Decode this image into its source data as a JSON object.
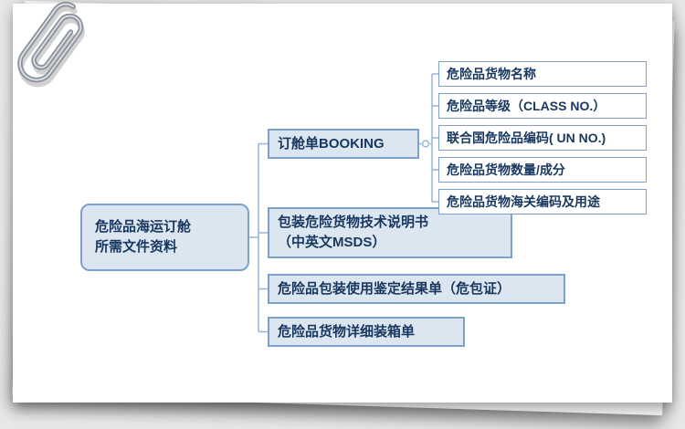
{
  "colors": {
    "page_bg": "#e7e7e7",
    "paper": "#ffffff",
    "node_fill": "#dce6f1",
    "node_border": "#7ea0cc",
    "text": "#17375e",
    "connector": "#95b3d7"
  },
  "root": {
    "line1": "危险品海运订舱",
    "line2": "所需文件资料"
  },
  "branches": [
    {
      "label": "订舱单BOOKING"
    },
    {
      "line1": "包装危险货物技术说明书",
      "line2": "（中英文MSDS）"
    },
    {
      "label": "危险品包装使用鉴定结果单（危包证）"
    },
    {
      "label": "危险品货物详细装箱单"
    }
  ],
  "booking_children": [
    {
      "label": "危险品货物名称"
    },
    {
      "label": "危险品等级（CLASS NO.）"
    },
    {
      "label": "联合国危险品编码( UN NO.)"
    },
    {
      "label": "危险品货物数量/成分"
    },
    {
      "label": "危险品货物海关编码及用途"
    }
  ]
}
